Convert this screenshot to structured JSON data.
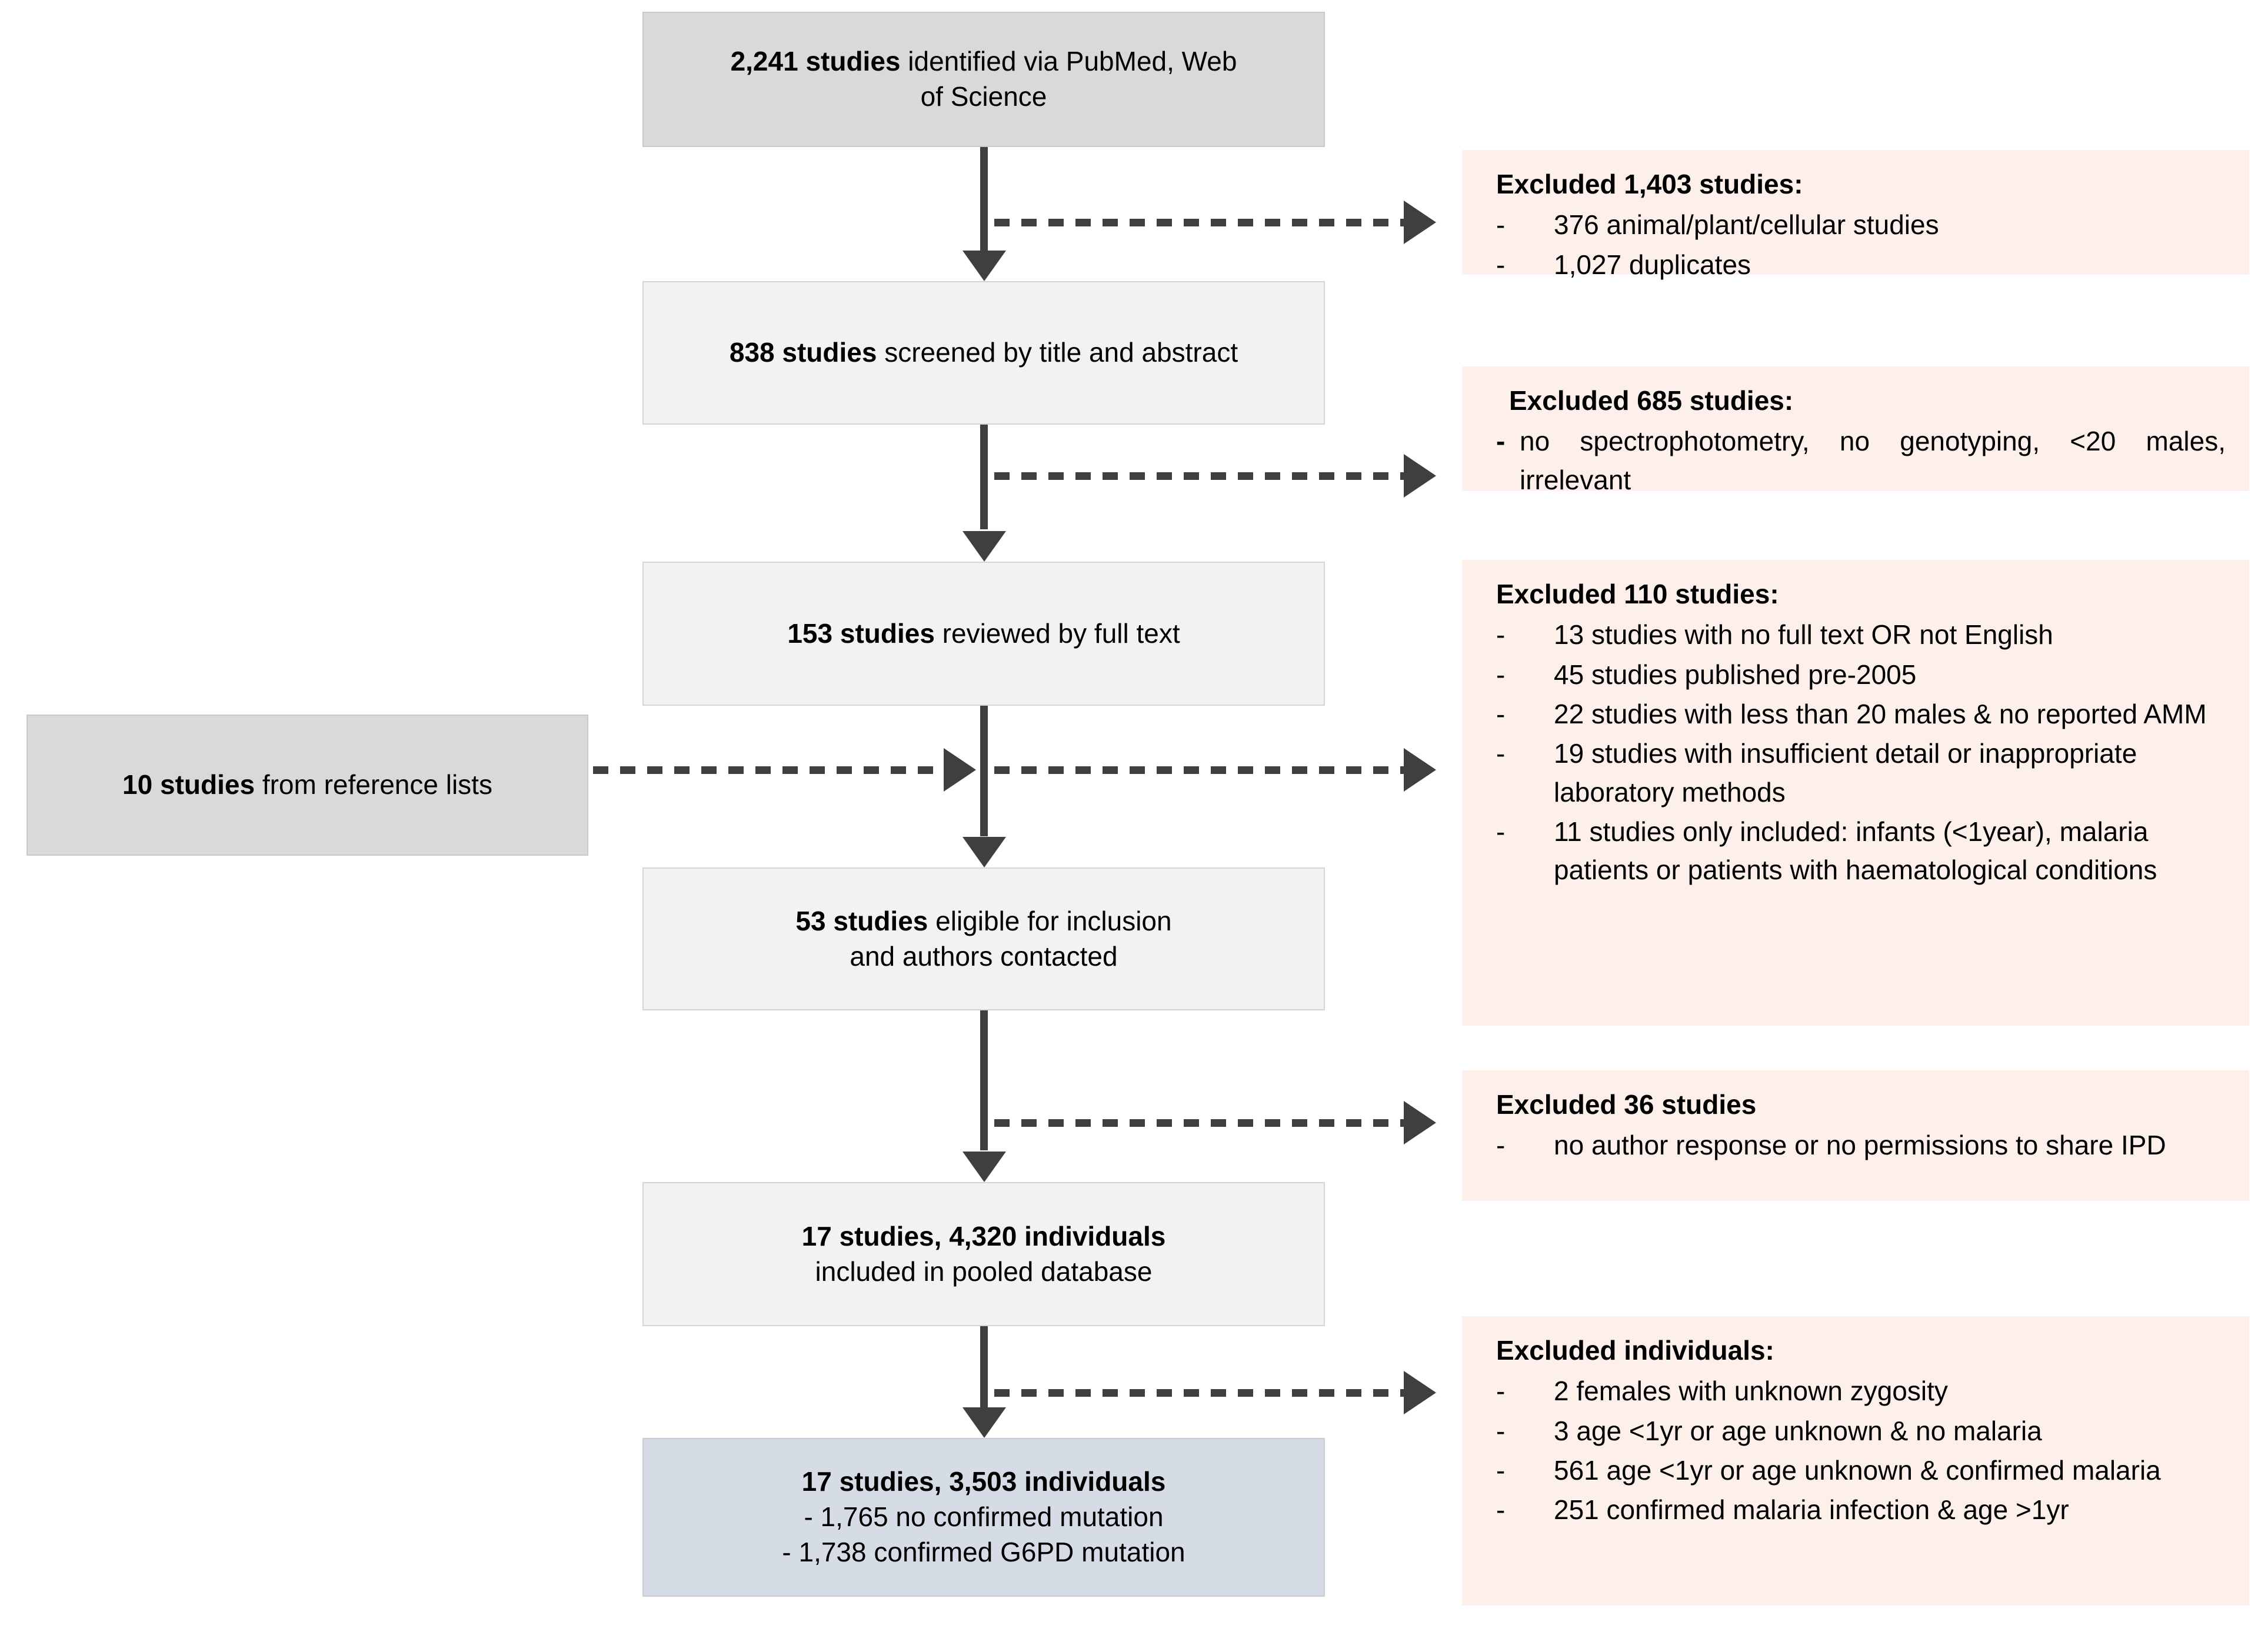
{
  "diagram": {
    "type": "prisma-flow-diagram",
    "flow_boxes": [
      {
        "id": "identified",
        "lines": [
          {
            "bold": "2,241 studies",
            "rest": " identified via PubMed, Web"
          },
          {
            "bold": "",
            "rest": "of Science"
          }
        ],
        "shade": "dark"
      },
      {
        "id": "screened",
        "lines": [
          {
            "bold": "838 studies",
            "rest": " screened by title and abstract"
          }
        ],
        "shade": "light"
      },
      {
        "id": "full-text",
        "lines": [
          {
            "bold": "153 studies",
            "rest": " reviewed by full text"
          }
        ],
        "shade": "light"
      },
      {
        "id": "eligible",
        "lines": [
          {
            "bold": "53 studies",
            "rest": " eligible for inclusion"
          },
          {
            "bold": "",
            "rest": "and authors contacted"
          }
        ],
        "shade": "light"
      },
      {
        "id": "pooled",
        "lines": [
          {
            "bold": "17 studies, 4,320 individuals",
            "rest": ""
          },
          {
            "bold": "",
            "rest": "included in pooled database"
          }
        ],
        "shade": "light"
      },
      {
        "id": "final",
        "lines": [
          {
            "bold": "17 studies, 3,503 individuals",
            "rest": ""
          },
          {
            "bold": "",
            "rest": "- 1,765 no confirmed mutation"
          },
          {
            "bold": "",
            "rest": "- 1,738 confirmed G6PD mutation"
          }
        ],
        "shade": "blue"
      }
    ],
    "side_box": {
      "id": "reference-lists",
      "bold": "10 studies",
      "rest": " from reference lists",
      "shade": "dark"
    },
    "exclusion_boxes": [
      {
        "id": "excluded-1403",
        "title": "Excluded 1,403 studies:",
        "items": [
          "376 animal/plant/cellular studies",
          "1,027 duplicates"
        ]
      },
      {
        "id": "excluded-685",
        "title": "Excluded 685 studies:",
        "items": [
          "no spectrophotometry, no genotyping, <20 males, irrelevant"
        ]
      },
      {
        "id": "excluded-110",
        "title": "Excluded 110 studies:",
        "items": [
          "13 studies with no full text OR not English",
          "45 studies published pre-2005",
          "22 studies with less than 20 males & no reported AMM",
          "19 studies with insufficient detail or inappropriate laboratory methods",
          "11 studies only included: infants (<1year), malaria patients or patients with haematological conditions"
        ]
      },
      {
        "id": "excluded-36",
        "title": "Excluded 36 studies",
        "items": [
          "no author response or no permissions to share IPD"
        ]
      },
      {
        "id": "excluded-individuals",
        "title": "Excluded individuals:",
        "items": [
          "2 females with unknown zygosity",
          "3 age <1yr or age unknown & no malaria",
          "561 age <1yr or age unknown & confirmed malaria",
          "251 confirmed malaria infection & age >1yr"
        ]
      }
    ],
    "colors": {
      "box_dark": "#d9d9d9",
      "box_light": "#f2f2f2",
      "box_blue": "#d6dce5",
      "exclusion_pink": "#fdf0ea",
      "connector": "#3f3f3f",
      "border": "#cfcfcf"
    }
  }
}
